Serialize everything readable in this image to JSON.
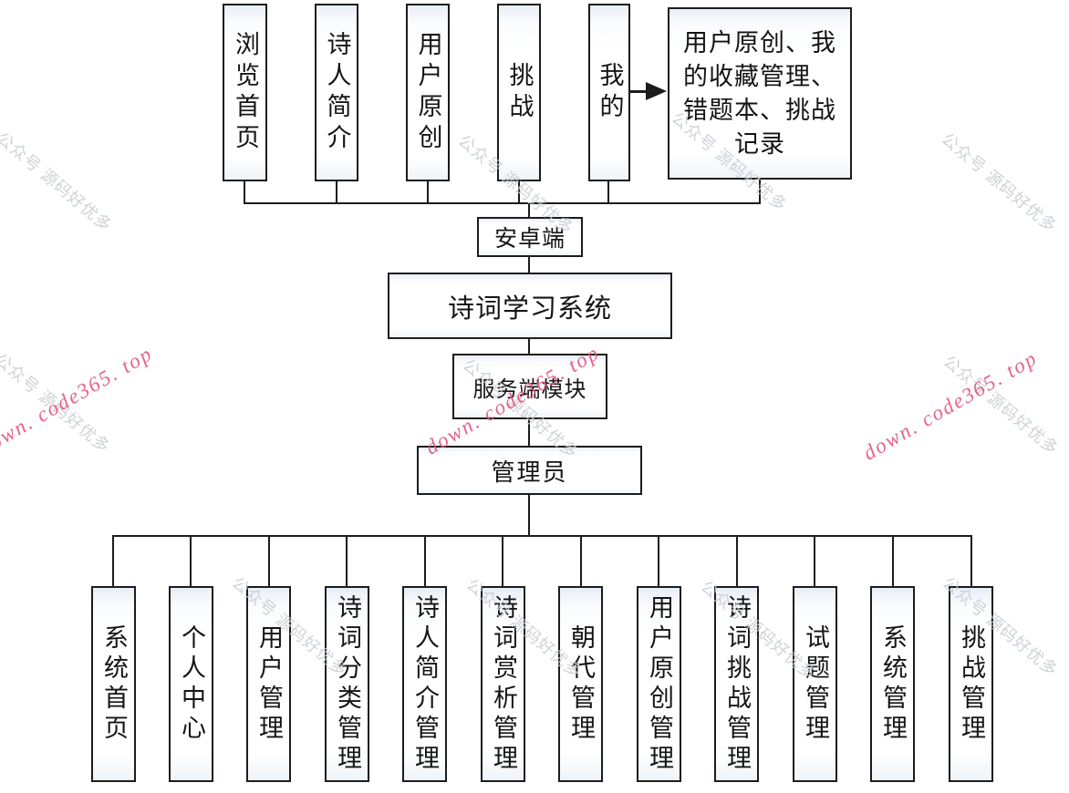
{
  "diagram": {
    "title": "诗词学习系统",
    "top_modules": [
      "浏览首页",
      "诗人简介",
      "用户原创",
      "挑战",
      "我的"
    ],
    "my_detail_box": "用户原创、我\n的收藏管理、\n错题本、挑战\n记录",
    "android_node": "安卓端",
    "root_node": "诗词学习系统",
    "server_node": "服务端模块",
    "admin_node": "管理员",
    "admin_modules": [
      "系统首页",
      "个人中心",
      "用户管理",
      "诗词分类管理",
      "诗人简介管理",
      "诗词赏析管理",
      "朝代管理",
      "用户原创管理",
      "诗词挑战管理",
      "试题管理",
      "系统管理",
      "挑战管理"
    ],
    "line_color": "#1c1c1c"
  },
  "watermarks": {
    "gray_text": "公众号 源码好优多",
    "gray_color": "#c6cbd1",
    "pink_text": "down. code365. top",
    "pink_color": "#e4537d"
  }
}
